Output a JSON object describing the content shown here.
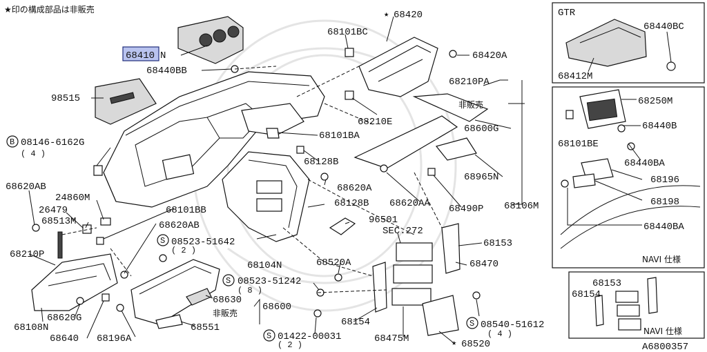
{
  "header": {
    "note": "★印の構成部品は非販売"
  },
  "footer": {
    "figure_code": "A6800357"
  },
  "highlight": {
    "part": "68410"
  },
  "labels": {
    "p68410": "68410",
    "p68410_suffix": "N",
    "p68440BB": "68440BB",
    "p98515": "98515",
    "p08146": "08146-6162G",
    "p08146_qty": "( 4 )",
    "p68620AB_top": "68620AB",
    "p24860M": "24860M",
    "p26479": "26479",
    "p68513M": "68513M",
    "p68101BB": "68101BB",
    "p68620AB_mid": "68620AB",
    "p68210P": "68210P",
    "p68108N": "68108N",
    "p68620G": "68620G",
    "p68640": "68640",
    "p68196A": "68196A",
    "p08523_51642": "08523-51642",
    "p08523_51642_qty": "( 2 )",
    "p68630": "68630",
    "p68600": "68600",
    "hanbai_glove": "非販売",
    "p68551": "68551",
    "p68104N": "68104N",
    "p68520A": "68520A",
    "p08523_51242": "08523-51242",
    "p08523_51242_qty": "( 8 )",
    "p01422": "01422-00031",
    "p01422_qty": "( 2 )",
    "p68154_main": "68154",
    "p68475M": "68475M",
    "p68520": "68520",
    "p08540": "08540-51612",
    "p08540_qty": "( 4 )",
    "p68470": "68470",
    "p68153_main": "68153",
    "sec272": "SEC.272",
    "p96501": "96501",
    "p68128B_low": "68128B",
    "p68620A": "68620A",
    "p68128B_up": "68128B",
    "p68101BA": "68101BA",
    "p68620AA": "68620AA",
    "p68490P": "68490P",
    "p68106M": "68106M",
    "p68965N": "68965N",
    "p68600G": "68600G",
    "hanbai_cluster": "非販売",
    "p68210PA": "68210PA",
    "p68210E": "68210E",
    "p68101BC": "68101BC",
    "p68420": "68420",
    "p68420A": "68420A",
    "gtr_title": "GTR",
    "p68440BC": "68440BC",
    "p68412M": "68412M",
    "p68250M": "68250M",
    "p68101BE": "68101BE",
    "p68440B": "68440B",
    "p68440BA_up": "68440BA",
    "p68196": "68196",
    "p68198": "68198",
    "p68440BA_low": "68440BA",
    "navi_spec_1": "NAVI 仕様",
    "p68153_navi": "68153",
    "p68154_navi": "68154",
    "navi_spec_2": "NAVI 仕様",
    "star_mark": "★",
    "s_mark": "S",
    "b_mark": "B"
  }
}
